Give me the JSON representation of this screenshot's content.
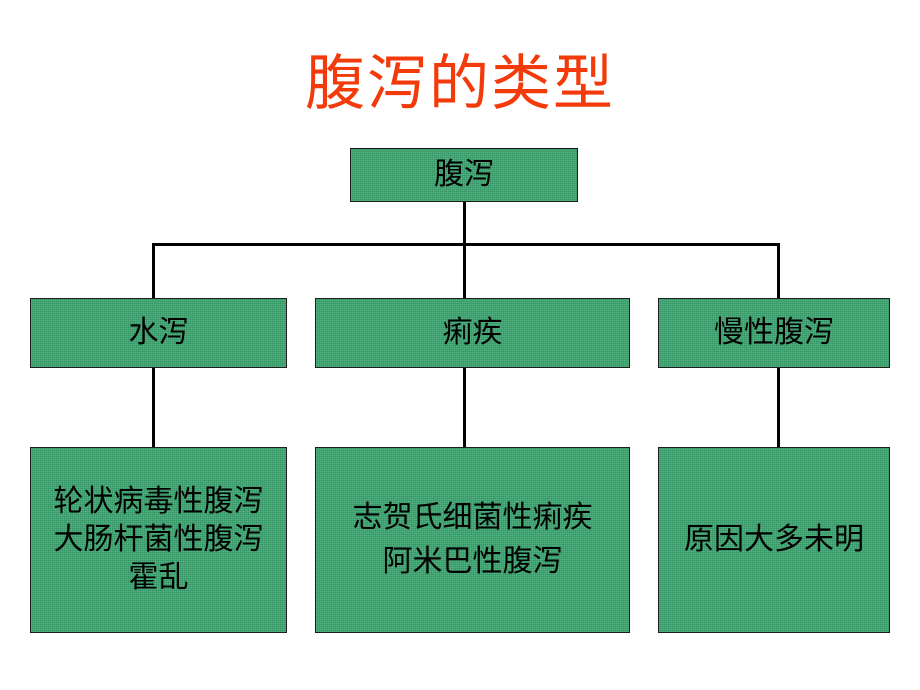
{
  "slide": {
    "title": "腹泻的类型",
    "title_color": "#F33A0B",
    "background_color": "#FFFFFF"
  },
  "theme": {
    "node_fill": "#3CA771",
    "node_border": "#1D1D1D",
    "connector_color": "#000000",
    "node_text_color": "#000000"
  },
  "diagram": {
    "type": "tree",
    "root": {
      "id": "root",
      "label": "腹泻"
    },
    "branches": [
      {
        "id": "watery",
        "label": "水泻",
        "detail_id": "watery-detail",
        "detail": "轮状病毒性腹泻\n大肠杆菌性腹泻\n霍乱",
        "detail_lines": [
          "轮状病毒性腹泻",
          "大肠杆菌性腹泻",
          "霍乱"
        ]
      },
      {
        "id": "dysentery",
        "label": "痢疾",
        "detail_id": "dysentery-detail",
        "detail": "志贺氏细菌性痢疾\n阿米巴性腹泻",
        "detail_lines": [
          "志贺氏细菌性痢疾",
          "阿米巴性腹泻"
        ]
      },
      {
        "id": "chronic",
        "label": "慢性腹泻",
        "detail_id": "chronic-detail",
        "detail": "原因大多未明",
        "detail_lines": [
          "原因大多未明"
        ]
      }
    ]
  }
}
